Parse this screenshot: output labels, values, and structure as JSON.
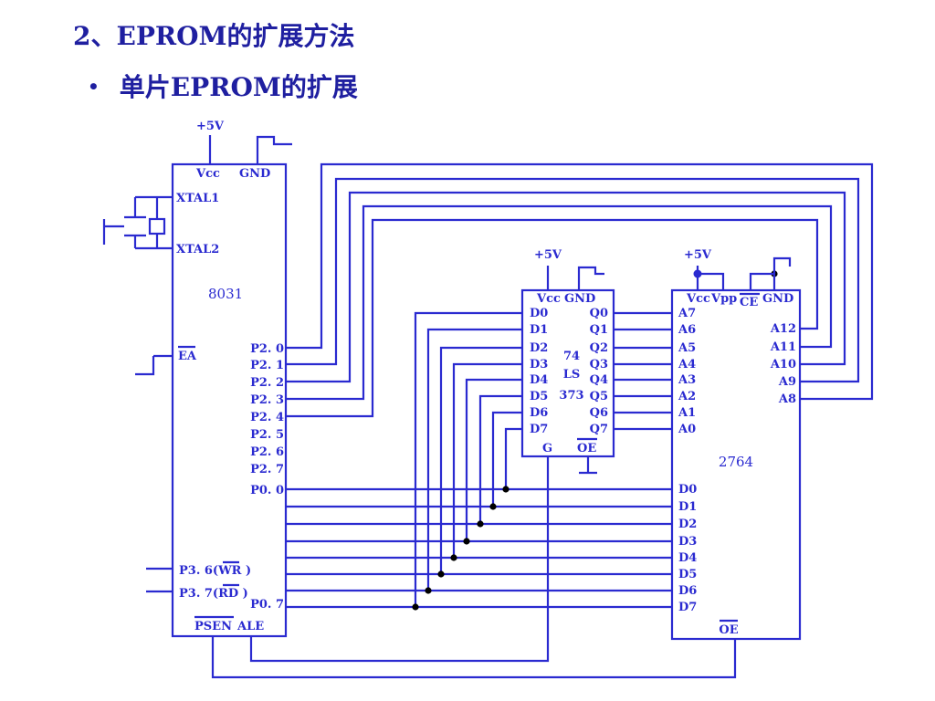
{
  "title": "2、EPROM的扩展方法",
  "subtitle": {
    "bullet": "•",
    "text": "单片EPROM的扩展"
  },
  "colors": {
    "wire": "#2a2ad0",
    "text": "#1f1fa0",
    "junction": "#000000"
  },
  "labels": {
    "vcc_main": "+5V",
    "vcc_latch": "+5V",
    "vcc_eprom": "+5V",
    "mcu": {
      "vcc": "Vcc",
      "gnd": "GND",
      "xtal1": "XTAL1",
      "xtal2": "XTAL2",
      "name": "8031",
      "ea": "EA",
      "p2": [
        "P2. 0",
        "P2. 1",
        "P2. 2",
        "P2. 3",
        "P2. 4",
        "P2. 5",
        "P2. 6",
        "P2. 7"
      ],
      "p00": "P0. 0",
      "p07": "P0. 7",
      "p36": "P3. 6(WR )",
      "p37": "P3. 7(RD )",
      "psen": "PSEN",
      "ale": "ALE"
    },
    "latch": {
      "vcc": "Vcc",
      "gnd": "GND",
      "d": [
        "D0",
        "D1",
        "D2",
        "D3",
        "D4",
        "D5",
        "D6",
        "D7"
      ],
      "q": [
        "Q0",
        "Q1",
        "Q2",
        "Q3",
        "Q4",
        "Q5",
        "Q6",
        "Q7"
      ],
      "name1": "74",
      "name2": "LS",
      "name3": "373",
      "g": "G",
      "oe": "OE"
    },
    "eprom": {
      "vcc": "Vcc",
      "vpp": "Vpp",
      "ce": "CE",
      "gnd": "GND",
      "a_left": [
        "A7",
        "A6",
        "A5",
        "A4",
        "A3",
        "A2",
        "A1",
        "A0"
      ],
      "a_right": [
        "A12",
        "A11",
        "A10",
        "A9",
        "A8"
      ],
      "name": "2764",
      "d": [
        "D0",
        "D1",
        "D2",
        "D3",
        "D4",
        "D5",
        "D6",
        "D7"
      ],
      "oe": "OE"
    }
  }
}
